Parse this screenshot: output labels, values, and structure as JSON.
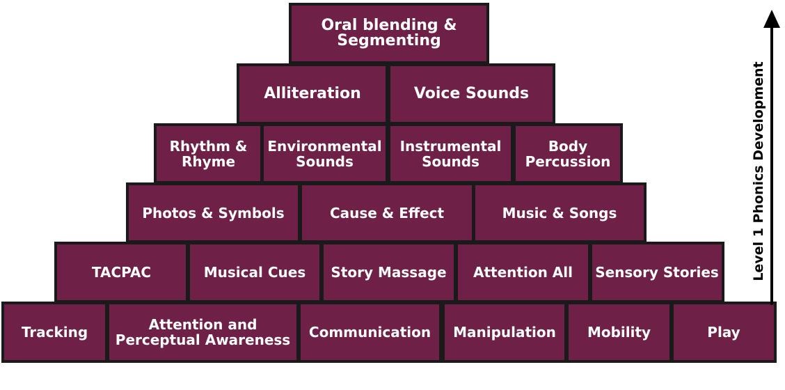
{
  "axis_label": "Level 1 Phonics Development",
  "fill_color": "#6e2047",
  "border_color": "#1a1a1a",
  "rows": [
    [
      "Oral blending &\nSegmenting"
    ],
    [
      "Alliteration",
      "Voice Sounds"
    ],
    [
      "Rhythm &\nRhyme",
      "Environmental\nSounds",
      "Instrumental\nSounds",
      "Body\nPercussion"
    ],
    [
      "Photos & Symbols",
      "Cause & Effect",
      "Music & Songs"
    ],
    [
      "TACPAC",
      "Musical Cues",
      "Story Massage",
      "Attention All",
      "Sensory Stories"
    ],
    [
      "Tracking",
      "Attention and\nPerceptual Awareness",
      "Communication",
      "Manipulation",
      "Mobility",
      "Play"
    ]
  ]
}
